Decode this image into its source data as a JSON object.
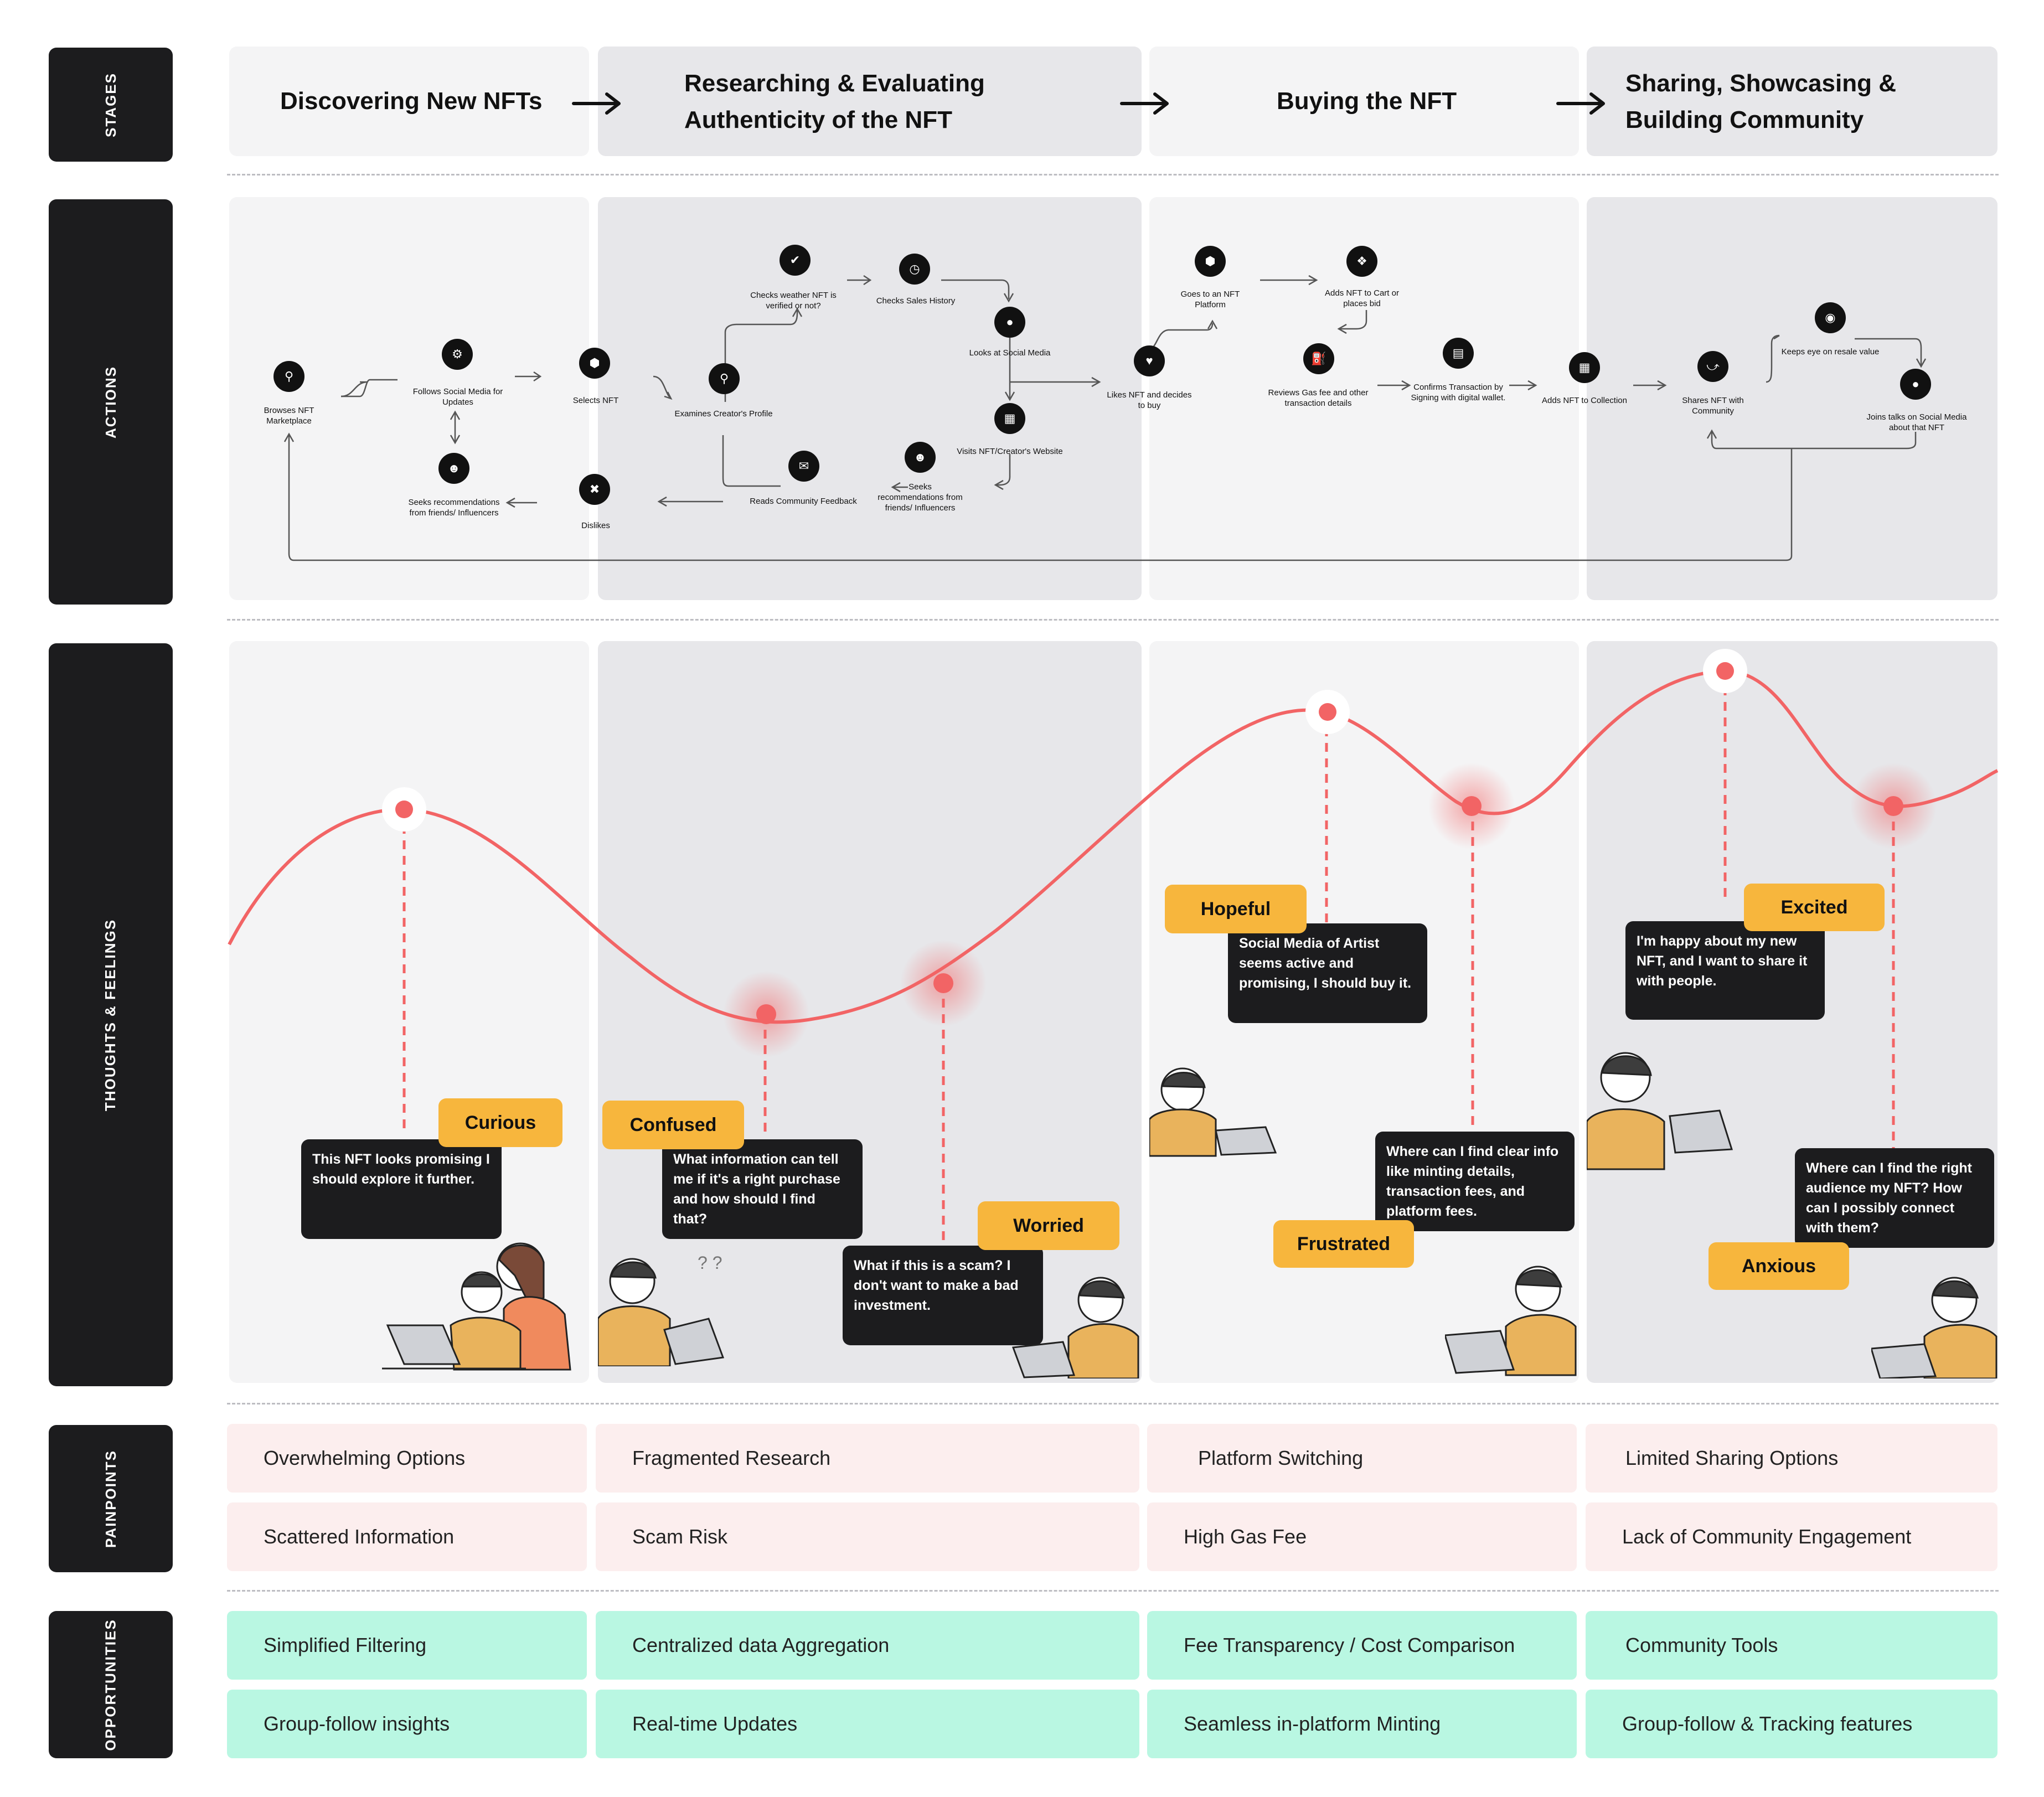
{
  "rows": {
    "stages": "STAGES",
    "actions": "ACTIONS",
    "thoughts": "THOUGHTS & FEELINGS",
    "painpoints": "PAINPOINTS",
    "opportunities": "OPPORTUNITIES"
  },
  "stages": [
    {
      "line1": "Discovering New NFTs",
      "line2": ""
    },
    {
      "line1": "Researching & Evaluating",
      "line2": "Authenticity of the NFT"
    },
    {
      "line1": "Buying the NFT",
      "line2": ""
    },
    {
      "line1": "Sharing, Showcasing &",
      "line2": "Building Community"
    }
  ],
  "actions": {
    "browse": "Browses NFT Marketplace",
    "follows": "Follows Social Media for Updates",
    "seeks1": "Seeks recommendations from friends/ Influencers",
    "selects": "Selects NFT",
    "dislikes": "Dislikes",
    "examines": "Examines Creator's Profile",
    "checks_verified": "Checks weather NFT is verified or not?",
    "sales_history": "Checks Sales History",
    "social": "Looks at Social Media",
    "visits": "Visits NFT/Creator's Website",
    "seeks2": "Seeks recommendations from friends/ Influencers",
    "reads": "Reads Community Feedback",
    "likes": "Likes NFT and decides to buy",
    "goes": "Goes to an NFT Platform",
    "adds_cart": "Adds NFT to Cart or places bid",
    "reviews": "Reviews Gas fee and other transaction details",
    "confirms": "Confirms Transaction by Signing with digital wallet.",
    "adds_collection": "Adds NFT to Collection",
    "shares": "Shares NFT with Community",
    "keeps": "Keeps eye on resale value",
    "joins": "Joins talks on Social Media about that NFT"
  },
  "emotions": [
    {
      "tag": "Curious",
      "text": "This NFT looks promising I should explore it further."
    },
    {
      "tag": "Confused",
      "text": "What information can tell me if it's a right purchase and how should I find that?"
    },
    {
      "tag": "Worried",
      "text": "What if this is a scam? I don't want to make a bad investment."
    },
    {
      "tag": "Hopeful",
      "text": "Social Media of Artist seems active and promising, I should buy it."
    },
    {
      "tag": "Frustrated",
      "text": "Where can I find clear info like minting details, transaction fees, and platform fees."
    },
    {
      "tag": "Excited",
      "text": "I'm happy about my new NFT, and I want to share it with people."
    },
    {
      "tag": "Anxious",
      "text": "Where can I find the right audience my NFT? How can I possibly connect with them?"
    }
  ],
  "painpoints": [
    [
      "Overwhelming Options",
      "Scattered Information"
    ],
    [
      "Fragmented Research",
      "Scam Risk"
    ],
    [
      "Platform Switching",
      "High Gas Fee"
    ],
    [
      "Limited Sharing Options",
      "Lack of Community Engagement"
    ]
  ],
  "opportunities": [
    [
      "Simplified Filtering",
      "Group-follow insights"
    ],
    [
      "Centralized data Aggregation",
      "Real-time Updates"
    ],
    [
      "Fee Transparency / Cost Comparison",
      "Seamless in-platform Minting"
    ],
    [
      "Community Tools",
      "Group-follow & Tracking features"
    ]
  ],
  "colors": {
    "curve": "#f26465",
    "tag": "#f7b63d",
    "pain": "#fceeee",
    "opportunity": "#b9f7e2",
    "label": "#1c1c1e"
  },
  "emotion_curve": [
    {
      "stage": "Discovering New NFTs",
      "emotion": "Curious",
      "valence": "positive"
    },
    {
      "stage": "Researching & Evaluating Authenticity of the NFT",
      "emotion": "Confused",
      "valence": "negative"
    },
    {
      "stage": "Researching & Evaluating Authenticity of the NFT",
      "emotion": "Worried",
      "valence": "negative"
    },
    {
      "stage": "Buying the NFT",
      "emotion": "Hopeful",
      "valence": "positive"
    },
    {
      "stage": "Buying the NFT",
      "emotion": "Frustrated",
      "valence": "negative"
    },
    {
      "stage": "Sharing, Showcasing & Building Community",
      "emotion": "Excited",
      "valence": "positive"
    },
    {
      "stage": "Sharing, Showcasing & Building Community",
      "emotion": "Anxious",
      "valence": "negative"
    }
  ]
}
